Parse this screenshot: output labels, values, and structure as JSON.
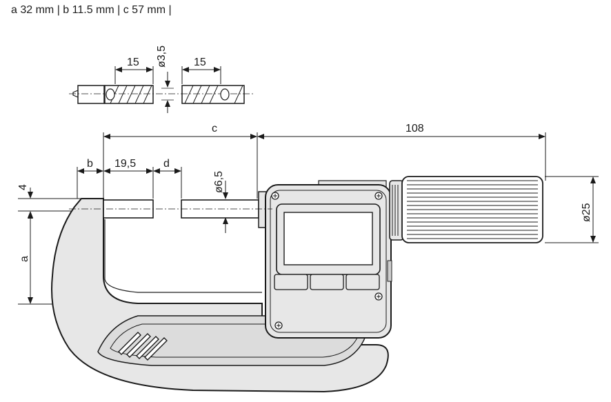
{
  "spec": {
    "text": "a 32 mm | b 11.5 mm | c 57 mm |"
  },
  "dimensions": {
    "detail_left_len": "15",
    "detail_right_len": "15",
    "detail_diameter": "ø3,5",
    "c": "c",
    "overall_108": "108",
    "b": "b",
    "len_19_5": "19,5",
    "d": "d",
    "spindle_diameter": "ø6,5",
    "thickness_4": "4",
    "a": "a",
    "thimble_diameter": "ø25"
  }
}
